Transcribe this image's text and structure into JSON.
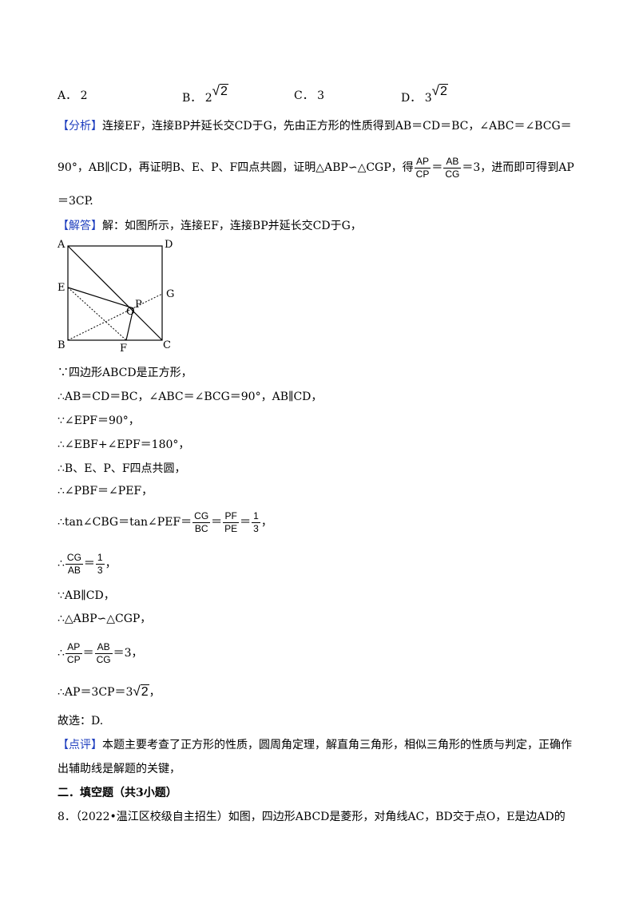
{
  "options": [
    {
      "letter": "A．",
      "value": "2",
      "sqrt": ""
    },
    {
      "letter": "B．",
      "value": "2",
      "sqrt": "2"
    },
    {
      "letter": "C．",
      "value": "3",
      "sqrt": ""
    },
    {
      "letter": "D．",
      "value": "3",
      "sqrt": "2"
    }
  ],
  "analysis": {
    "tag": "【分析】",
    "line1": "连接EF，连接BP并延长交CD于G，先由正方形的性质得到AB＝CD＝BC，∠ABC＝∠BCG＝",
    "line2_a": "90°，AB∥CD，再证明B、E、P、F四点共圆，证明△ABP∽△CGP，得",
    "frac1_num": "AP",
    "frac1_den": "CP",
    "eq": "＝",
    "frac2_num": "AB",
    "frac2_den": "CG",
    "line2_b": "＝3，进而即可得到AP",
    "line3": "＝3CP."
  },
  "solution": {
    "tag": "【解答】",
    "intro": "解：如图所示，连接EF，连接BP并延长交CD于G，",
    "figure_labels": {
      "A": "A",
      "D": "D",
      "E": "E",
      "P": "P",
      "G": "G",
      "O": "O",
      "B": "B",
      "F": "F",
      "C": "C"
    },
    "s1": "∵四边形ABCD是正方形，",
    "s2": "∴AB＝CD＝BC，∠ABC＝∠BCG＝90°，AB∥CD，",
    "s3": "∵∠EPF＝90°，",
    "s4": "∴∠EBF+∠EPF＝180°，",
    "s5": "∴B、E、P、F四点共圆，",
    "s6": "∴∠PBF＝∠PEF，",
    "s7_a": "∴tan∠CBG＝tan∠PEF＝",
    "s7_f1n": "CG",
    "s7_f1d": "BC",
    "s7_f2n": "PF",
    "s7_f2d": "PE",
    "s7_f3n": "1",
    "s7_f3d": "3",
    "s7_end": "，",
    "s8_a": "∴",
    "s8_fn": "CG",
    "s8_fd": "AB",
    "s8_f2n": "1",
    "s8_f2d": "3",
    "s8_end": "，",
    "s9": "∵AB∥CD，",
    "s10": "∴△ABP∽△CGP，",
    "s11_a": "∴",
    "s11_f1n": "AP",
    "s11_f1d": "CP",
    "s11_f2n": "AB",
    "s11_f2d": "CG",
    "s11_end": "＝3，",
    "s12_a": "∴AP＝3CP＝3",
    "s12_rad": "2",
    "s12_end": "，",
    "choice": "故选：D."
  },
  "comment": {
    "tag": "【点评】",
    "line1": "本题主要考查了正方形的性质，圆周角定理，解直角三角形，相似三角形的性质与判定，正确作",
    "line2": "出辅助线是解题的关键，"
  },
  "section": "二．填空题（共3小题）",
  "question": "8．（2022•温江区校级自主招生）如图，四边形ABCD是菱形，对角线AC，BD交于点O，E是边AD的"
}
